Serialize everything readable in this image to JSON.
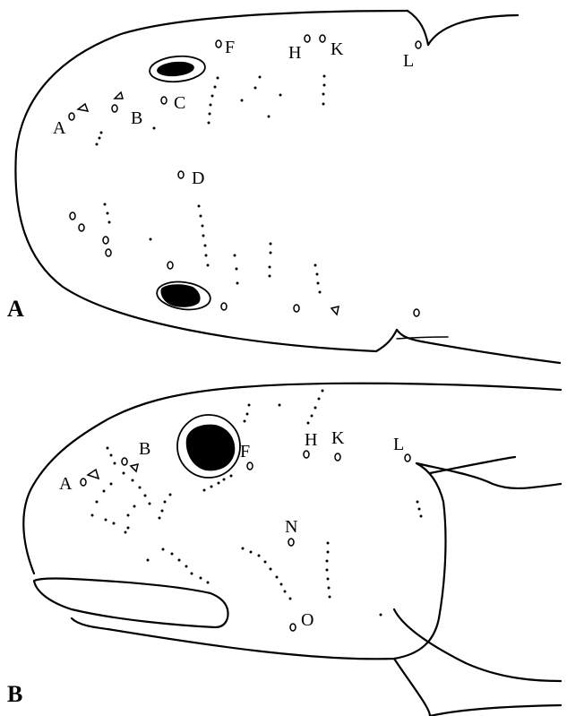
{
  "panels": [
    {
      "id": "A",
      "view": "dorsal",
      "labels": [
        "A",
        "B",
        "C",
        "D",
        "F",
        "H",
        "K",
        "L"
      ]
    },
    {
      "id": "B",
      "view": "lateral",
      "labels": [
        "A",
        "B",
        "F",
        "H",
        "K",
        "L",
        "N",
        "O"
      ]
    }
  ],
  "panel_a": {
    "panel_label": "A",
    "pore_A": "A",
    "pore_B": "B",
    "pore_C": "C",
    "pore_D": "D",
    "pore_F": "F",
    "pore_H": "H",
    "pore_K": "K",
    "pore_L": "L"
  },
  "panel_b": {
    "panel_label": "B",
    "pore_A": "A",
    "pore_B": "B",
    "pore_F": "F",
    "pore_H": "H",
    "pore_K": "K",
    "pore_L": "L",
    "pore_N": "N",
    "pore_O": "O"
  }
}
